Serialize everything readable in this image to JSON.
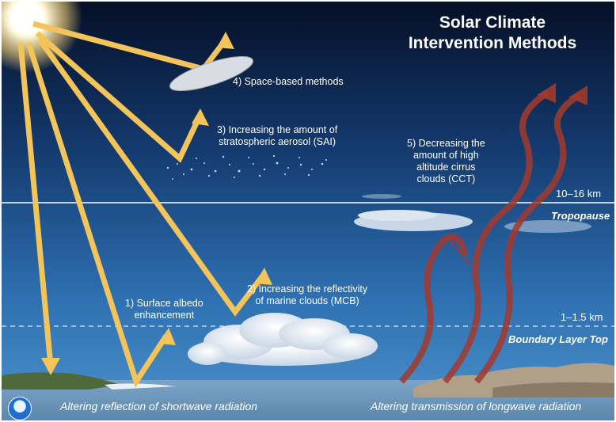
{
  "title_line1": "Solar Climate",
  "title_line2": "Intervention Methods",
  "methods": {
    "m1_line1": "1) Surface albedo",
    "m1_line2": "enhancement",
    "m2_line1": "2) Increasing the reflectivity",
    "m2_line2": "of marine clouds (MCB)",
    "m3_line1": "3) Increasing the amount of",
    "m3_line2": "stratospheric aerosol (SAI)",
    "m4": "4) Space-based methods",
    "m5_line1": "5) Decreasing the",
    "m5_line2": "amount of high",
    "m5_line3": "altitude cirrus",
    "m5_line4": "clouds (CCT)"
  },
  "altitudes": {
    "tropopause_km": "10–16 km",
    "tropopause_label": "Tropopause",
    "boundary_km": "1–1.5 km",
    "boundary_label": "Boundary Layer Top"
  },
  "bottom": {
    "left": "Altering reflection of shortwave radiation",
    "right": "Altering transmission of longwave radiation"
  },
  "colors": {
    "sun_arrow": "#f2c45a",
    "longwave_arrow": "#a23a2e",
    "sky_top": "#06122b",
    "sky_bottom": "#3a7fc0"
  },
  "logo": "NOAA"
}
